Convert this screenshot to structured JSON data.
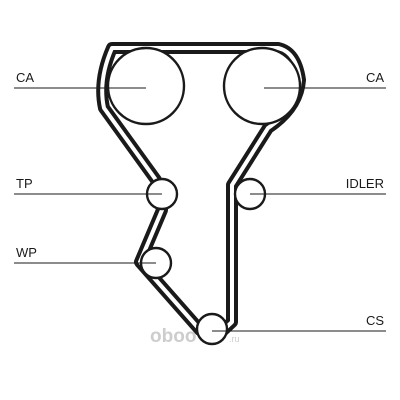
{
  "labels": {
    "ca_left": "CA",
    "ca_right": "CA",
    "tp": "TP",
    "idler": "IDLER",
    "wp": "WP",
    "cs": "CS"
  },
  "watermark": {
    "text": "oboo",
    "suffix": ".ru"
  },
  "colors": {
    "ink": "#1a1a1a",
    "background": "#ffffff",
    "watermark": "#c8c8c8"
  }
}
